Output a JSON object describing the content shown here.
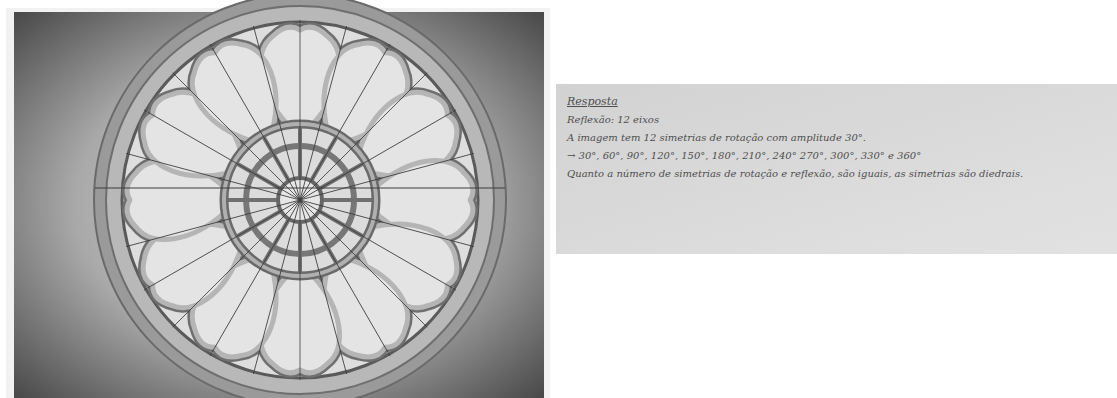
{
  "diagram": {
    "labels": [
      "Resposta",
      "Reflexão: 12 eixos",
      "A imagem tem 12 simetrias de rotação com amplitude 30°.",
      "→ 30°, 60°, 90°, 120°, 150°, 180°, 210°, 240° 270°, 300°, 330° e 360°",
      "Quanto a número de simetrias de rotação e reflexão, são iguais, as simetrias são diedrais."
    ]
  }
}
